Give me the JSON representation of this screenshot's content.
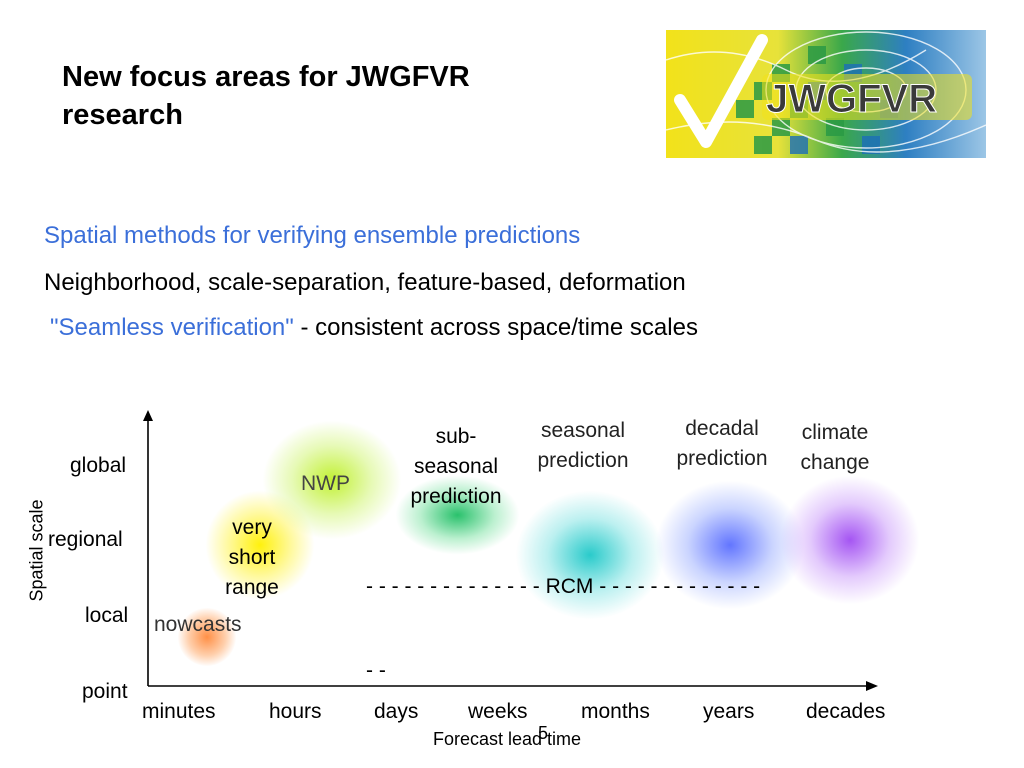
{
  "slide": {
    "title_line1": "New focus areas for JWGFVR",
    "title_line2": "research",
    "logo_text": "JWGFVR",
    "line1": "Spatial methods for verifying ensemble predictions",
    "line2": "Neighborhood, scale-separation, feature-based, deformation",
    "line3_highlight": "\"Seamless verification\"",
    "line3_rest": " - consistent across space/time scales",
    "page_number": "5"
  },
  "diagram": {
    "y_axis_title": "Spatial scale",
    "x_axis_title": "Forecast lead time",
    "y_ticks": [
      "global",
      "regional",
      "local",
      "point"
    ],
    "x_ticks": [
      "minutes",
      "hours",
      "days",
      "weeks",
      "months",
      "years",
      "decades"
    ],
    "regions": {
      "nowcasts": "nowcasts",
      "very_short_range": [
        "very",
        "short",
        "range"
      ],
      "nwp": "NWP",
      "subseasonal": [
        "sub-",
        "seasonal",
        "prediction"
      ],
      "seasonal": [
        "seasonal",
        "prediction"
      ],
      "decadal": [
        "decadal",
        "prediction"
      ],
      "climate": [
        "climate",
        "change"
      ]
    },
    "rcm_line1": "- - - - - - - - - - - - - - RCM - - - - - - - - - - - - -",
    "rcm_line2": "- -",
    "colors": {
      "nowcasts": "#ff8a3d",
      "very_short_range": "#ffe600",
      "nwp": "#b8ea2a",
      "subseasonal": "#1fc06a",
      "seasonal": "#1fc7c7",
      "decadal": "#5a6dff",
      "climate": "#a04cf2",
      "heading_blue": "#3b6fd9"
    }
  }
}
